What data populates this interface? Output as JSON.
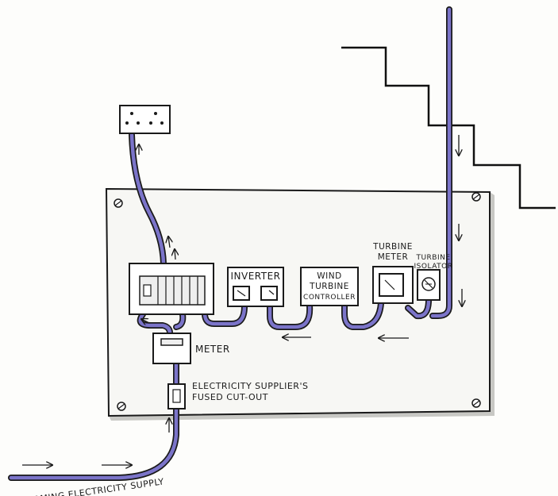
{
  "labels": {
    "inverter": "INVERTER",
    "wind_turbine_controller_line1": "WIND",
    "wind_turbine_controller_line2": "TURBINE",
    "wind_turbine_controller_line3": "CONTROLLER",
    "turbine_meter_line1": "TURBINE",
    "turbine_meter_line2": "METER",
    "turbine_isolator_line1": "TURBINE",
    "turbine_isolator_line2": "ISOLATOR",
    "meter": "METER",
    "cutout_line1": "ELECTRICITY SUPPLIER'S",
    "cutout_line2": "FUSED CUT-OUT",
    "incoming_supply": "INCOMING ELECTRICITY SUPPLY"
  },
  "colors": {
    "cable_outline": "#1a1a1a",
    "cable_core": "#7b74c9",
    "board_fill": "#f7f7f4",
    "outline": "#1a1a1a"
  }
}
